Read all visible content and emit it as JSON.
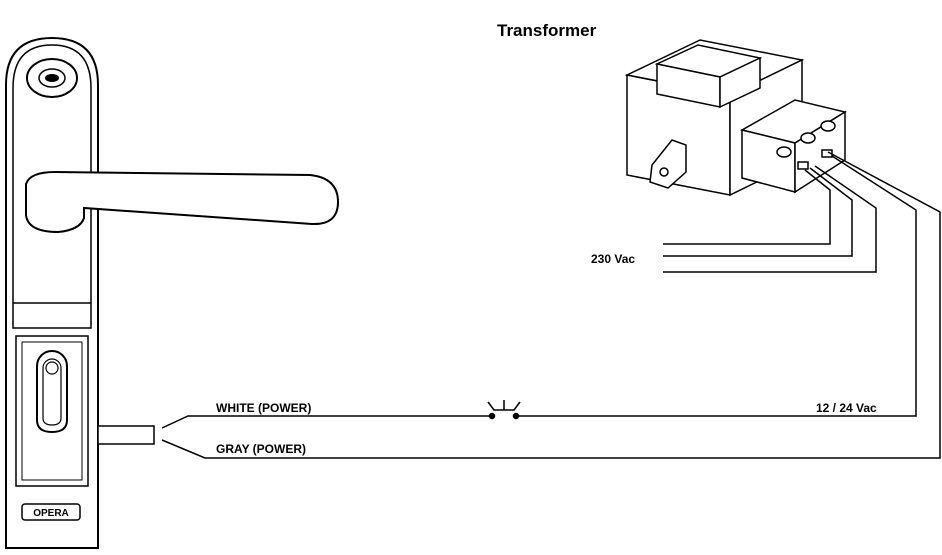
{
  "diagram": {
    "title": "Transformer",
    "labels": {
      "mains_voltage": "230 Vac",
      "output_voltage": "12 / 24 Vac",
      "white_wire": "WHITE (POWER)",
      "gray_wire": "GRAY (POWER)"
    },
    "brand": "OPERA"
  }
}
